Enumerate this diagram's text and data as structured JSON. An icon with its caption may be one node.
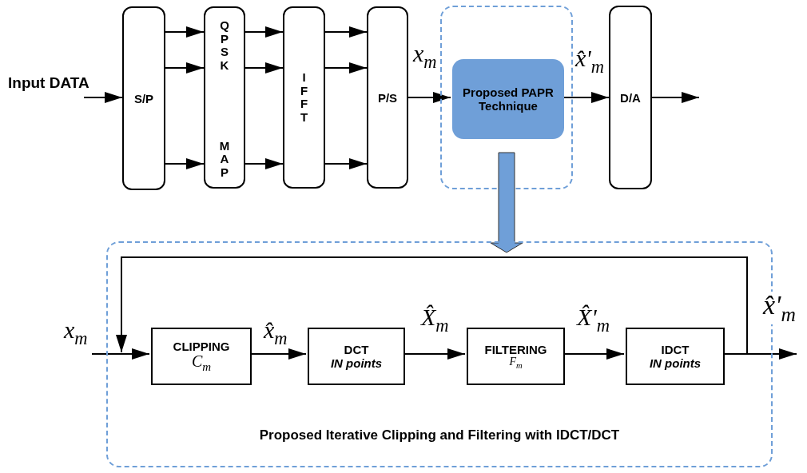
{
  "diagram": {
    "nodes": [
      {
        "text": [
          "S/P"
        ]
      },
      {
        "text": [
          "QPSK",
          "MAP"
        ]
      },
      {
        "text": [
          "IFFT"
        ]
      },
      {
        "text": [
          "P/S"
        ]
      },
      {
        "text": [],
        "shape": "box"
      },
      {
        "text": [
          "Proposed PAPR Technique"
        ],
        "in": 4
      },
      {
        "text": [
          "D/A"
        ]
      },
      {
        "text": [
          "Proposed Iterative Clipping and Filtering with IDCT/DCT"
        ]
      },
      {
        "text": [
          "CLIPPING",
          "*C*$_{m}$"
        ],
        "in": 7
      },
      {
        "text": [
          "DCT",
          "IN points"
        ],
        "in": 7
      },
      {
        "text": [
          "FILTERING",
          "*F*$_{m}$"
        ],
        "in": 7
      },
      {
        "text": [
          "IDCT",
          "IN points"
        ],
        "in": 7
      }
    ],
    "edges": [
      {
        "from": null,
        "to": 0,
        "arrow": "to",
        "label": "Input DATA"
      },
      {
        "from": 0,
        "to": 1,
        "arrow": "to"
      },
      {
        "from": 0,
        "to": 1,
        "arrow": "to"
      },
      {
        "from": 0,
        "to": 1,
        "arrow": "to"
      },
      {
        "from": 1,
        "to": 2,
        "arrow": "to"
      },
      {
        "from": 1,
        "to": 2,
        "arrow": "to"
      },
      {
        "from": 1,
        "to": 2,
        "arrow": "to"
      },
      {
        "from": 2,
        "to": 3,
        "arrow": "to"
      },
      {
        "from": 2,
        "to": 3,
        "arrow": "to"
      },
      {
        "from": 2,
        "to": 3,
        "arrow": "to"
      },
      {
        "from": 3,
        "to": 5,
        "arrow": "to",
        "label": "*x*$_{m}$"
      },
      {
        "from": 5,
        "to": 6,
        "arrow": "to",
        "label": "*x̂*'$_{m}$"
      },
      {
        "from": 6,
        "to": null,
        "arrow": "to"
      },
      {
        "from": 5,
        "to": 7,
        "arrow": "to",
        "style": "thick",
        "color": "#6f9fd8"
      },
      {
        "from": null,
        "to": 8,
        "arrow": "to",
        "label": "*x*$_{m}$"
      },
      {
        "from": 8,
        "to": 9,
        "arrow": "to",
        "label": "*x̂*$_{m}$"
      },
      {
        "from": 9,
        "to": 10,
        "arrow": "to",
        "label": "*X̂*$_{m}$"
      },
      {
        "from": 10,
        "to": 11,
        "arrow": "to",
        "label": "*X̂*'$_{m}$"
      },
      {
        "from": 11,
        "to": 8,
        "arrow": "to"
      },
      {
        "from": 11,
        "to": null,
        "arrow": "to",
        "label": "*x̂*'$_{m}$"
      }
    ]
  }
}
